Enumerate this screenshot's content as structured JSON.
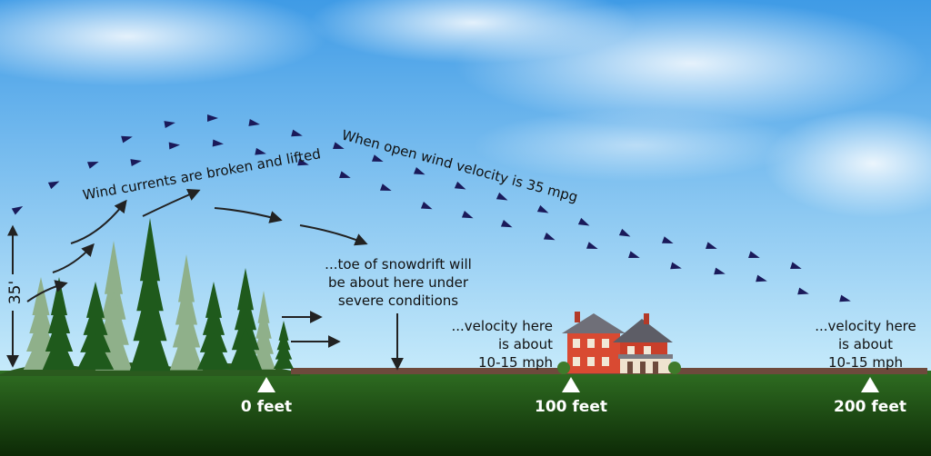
{
  "labels": {
    "wind_broken": "Wind currents are broken and lifted",
    "open_velocity": "When open wind velocity is 35 mpg",
    "toe_line1": "...toe of snowdrift will",
    "toe_line2": "be about here under",
    "toe_line3": "severe conditions",
    "vel_mid_line1": "...velocity here",
    "vel_mid_line2": "is about",
    "vel_mid_line3": "10-15 mph",
    "vel_right_line1": "...velocity here",
    "vel_right_line2": "is about",
    "vel_right_line3": "10-15 mph",
    "height": "35'"
  },
  "distance_markers": [
    "0 feet",
    "100 feet",
    "200 feet"
  ],
  "colors": {
    "sky_top": "#3f9be6",
    "sky_bottom": "#c9ecfb",
    "ground_top": "#2f6e22",
    "ground_bottom": "#0d2a06",
    "dirt": "#6d4a3c",
    "tree_dark": "#1f5a1c",
    "tree_light": "#8fb08a",
    "house_wall": "#d94a32",
    "house_roof": "#6f6f78",
    "wind_arrow": "#1a1a5a"
  }
}
